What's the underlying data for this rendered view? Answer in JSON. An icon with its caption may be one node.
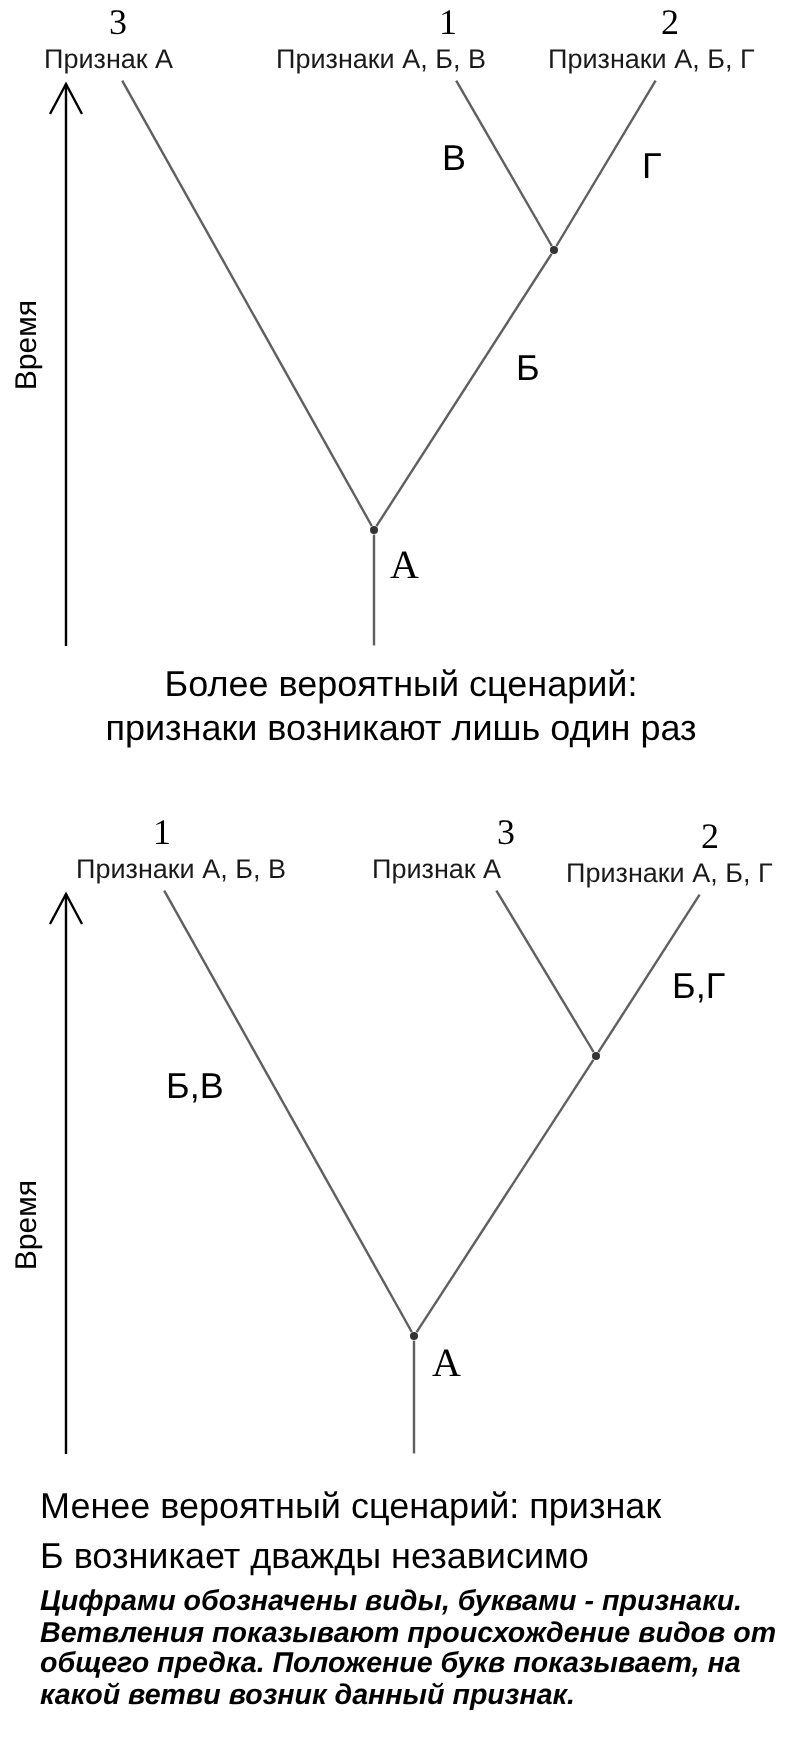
{
  "diagram": {
    "caption": "Цифрами обозначены виды, буквами - признаки. Ветвления показывают происхождение видов от общего предка. Положение букв показывает, на какой ветви возник данный признак.",
    "nodes": [
      {
        "text": [
          "3",
          "Признак А"
        ]
      },
      {
        "text": [
          "1",
          "Признаки А, Б, В"
        ]
      },
      {
        "text": [
          "2",
          "Признаки А, Б, Г"
        ]
      },
      {
        "text": [],
        "shape": "dot"
      },
      {
        "text": [],
        "shape": "dot"
      },
      {
        "text": [
          "1",
          "Признаки А, Б, В"
        ]
      },
      {
        "text": [
          "3",
          "Признак А"
        ]
      },
      {
        "text": [
          "2",
          "Признаки А, Б, Г"
        ]
      },
      {
        "text": [],
        "shape": "dot"
      },
      {
        "text": [],
        "shape": "dot"
      }
    ],
    "edges": [
      {
        "from": 4,
        "to": 0,
        "arrow": "none"
      },
      {
        "from": 4,
        "to": 3,
        "arrow": "none",
        "label": "Б"
      },
      {
        "from": 3,
        "to": 1,
        "arrow": "none",
        "label": "В"
      },
      {
        "from": 3,
        "to": 2,
        "arrow": "none",
        "label": "Г"
      },
      {
        "from": null,
        "to": 4,
        "arrow": "none",
        "label": "А"
      },
      {
        "from": 9,
        "to": 5,
        "arrow": "none",
        "label": "Б,В"
      },
      {
        "from": 9,
        "to": 8,
        "arrow": "none"
      },
      {
        "from": 8,
        "to": 6,
        "arrow": "none"
      },
      {
        "from": 8,
        "to": 7,
        "arrow": "none",
        "label": "Б,Г"
      },
      {
        "from": null,
        "to": 9,
        "arrow": "none",
        "label": "А"
      }
    ],
    "labels": [
      "Время",
      "Более вероятный сценарий: признаки возникают лишь один раз",
      "Время",
      "Менее вероятный сценарий: признак Б возникает дважды независимо"
    ]
  }
}
